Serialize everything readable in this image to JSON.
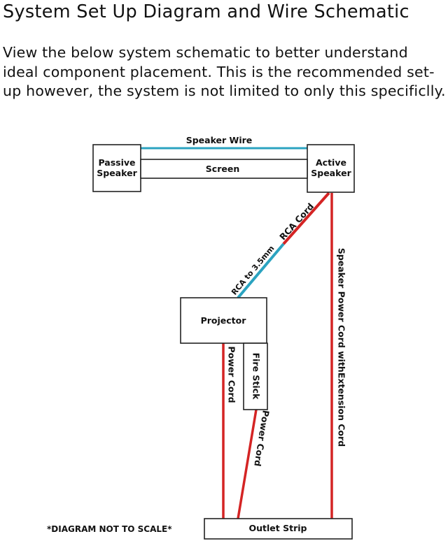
{
  "title": "System Set Up Diagram and Wire Schematic",
  "intro": "View the below system schematic to better understand ideal component placement. This is the recommended set-up however, the system is not limited to only this specificlly.",
  "components": {
    "passive_speaker": [
      "Passive",
      "Speaker"
    ],
    "active_speaker": [
      "Active",
      "Speaker"
    ],
    "screen": "Screen",
    "projector": "Projector",
    "fire_stick": "Fire Stick",
    "outlet_strip": "Outlet Strip"
  },
  "wires": {
    "speaker_wire": "Speaker Wire",
    "rca_cord": "RCA Cord",
    "rca_to_35": "RCA to 3.5mm",
    "speaker_power": "Speaker Power Cord  withExtension Cord",
    "projector_power": "Power Cord",
    "firestick_power": "Power Cord"
  },
  "note": "*DIAGRAM NOT TO SCALE*",
  "colors": {
    "red": "#d42424",
    "blue": "#2ba3c0",
    "outline": "#222222"
  }
}
